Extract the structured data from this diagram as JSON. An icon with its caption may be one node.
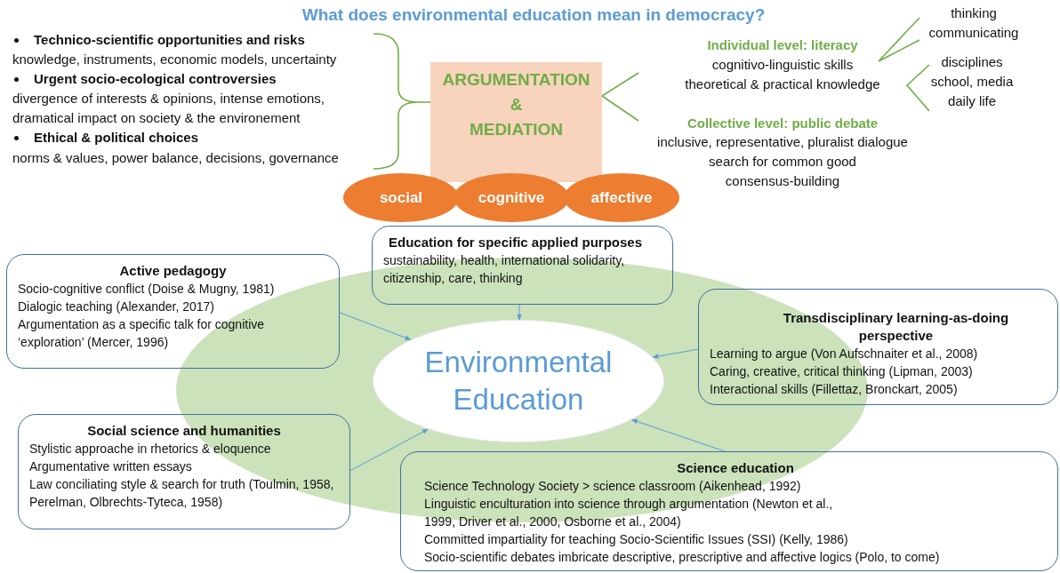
{
  "diagram": {
    "title": "What does environmental education mean in democracy?",
    "nodes": [
      {
        "text": [
          "ARGUMENTATION & MEDIATION"
        ]
      },
      {
        "text": [
          "social"
        ]
      },
      {
        "text": [
          "cognitive"
        ]
      },
      {
        "text": [
          "affective"
        ]
      },
      {
        "text": [
          "Education for specific applied purposes",
          "sustainability, health, international solidarity, citizenship, care, thinking"
        ]
      },
      {
        "text": [
          "Active pedagogy",
          "Socio-cognitive conflict (Doise & Mugny, 1981)",
          "Dialogic teaching (Alexander, 2017)",
          "Argumentation as a specific talk for cognitive ‘exploration’ (Mercer, 1996)"
        ]
      },
      {
        "text": [
          "Environmental Education"
        ]
      },
      {
        "text": [
          "Transdisciplinary learning-as-doing perspective",
          "Learning to argue (Von Aufschnaiter et al., 2008)",
          "Caring, creative, critical thinking (Lipman, 2003)",
          "Interactional skills (Fillettaz, Bronckart, 2005)"
        ]
      },
      {
        "text": [
          "Social science and humanities",
          "Stylistic approache in rhetorics & eloquence",
          "Argumentative written essays",
          "Law conciliating style & search for truth (Toulmin, 1958, Perelman, Olbrechts-Tyteca, 1958)"
        ]
      },
      {
        "text": [
          "Science education",
          "Science Technology Society > science classroom (Aikenhead, 1992)",
          "Linguistic enculturation into science through argumentation (Newton et al., 1999, Driver et al., 2000, Osborne et al., 2004)",
          "Committed impartiality for teaching Socio-Scientific Issues (SSI) (Kelly, 1986)",
          "Socio-scientific debates imbricate descriptive, prescriptive and affective logics (Polo, to come)"
        ]
      }
    ],
    "edges": [
      {
        "from": 5,
        "to": 6,
        "arrow": "to"
      },
      {
        "from": 4,
        "to": 6,
        "arrow": "to"
      },
      {
        "from": 7,
        "to": 6,
        "arrow": "to"
      },
      {
        "from": 8,
        "to": 6,
        "arrow": "to"
      },
      {
        "from": 9,
        "to": 6,
        "arrow": "to"
      }
    ],
    "labels": [
      "Technico-scientific opportunities and risks",
      "knowledge, instruments, economic models, uncertainty",
      "Urgent socio-ecological controversies",
      "divergence of interests & opinions, intense emotions, dramatical impact on society & the environement",
      "Ethical & political choices",
      "norms & values, power balance, decisions, governance",
      "Individual level: literacy",
      "cognitivo-linguistic skills",
      "theoretical & practical knowledge",
      "Collective level: public debate",
      "inclusive, representative, pluralist dialogue",
      "search for common good",
      "consensus-building",
      "thinking",
      "communicating",
      "disciplines",
      "school, media",
      "daily life"
    ]
  }
}
